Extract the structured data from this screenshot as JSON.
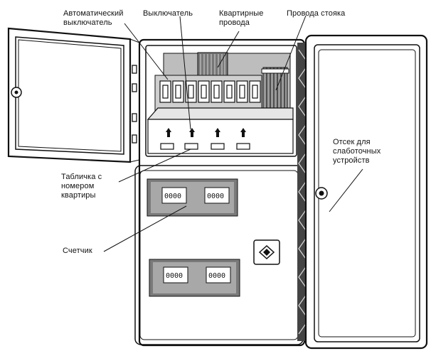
{
  "labels": {
    "breaker": "Автоматический\nвыключатель",
    "switch": "Выключатель",
    "apartment_wires": "Квартирные\nпровода",
    "riser_wires": "Провода стояка",
    "low_current": "Отсек для\nслаботочных\nустройств",
    "plate": "Табличка с\nномером\nквартиры",
    "meter": "Счетчик"
  },
  "counters": {
    "top_left": "0000",
    "top_right": "0000",
    "bottom_left": "0000",
    "bottom_right": "0000"
  }
}
